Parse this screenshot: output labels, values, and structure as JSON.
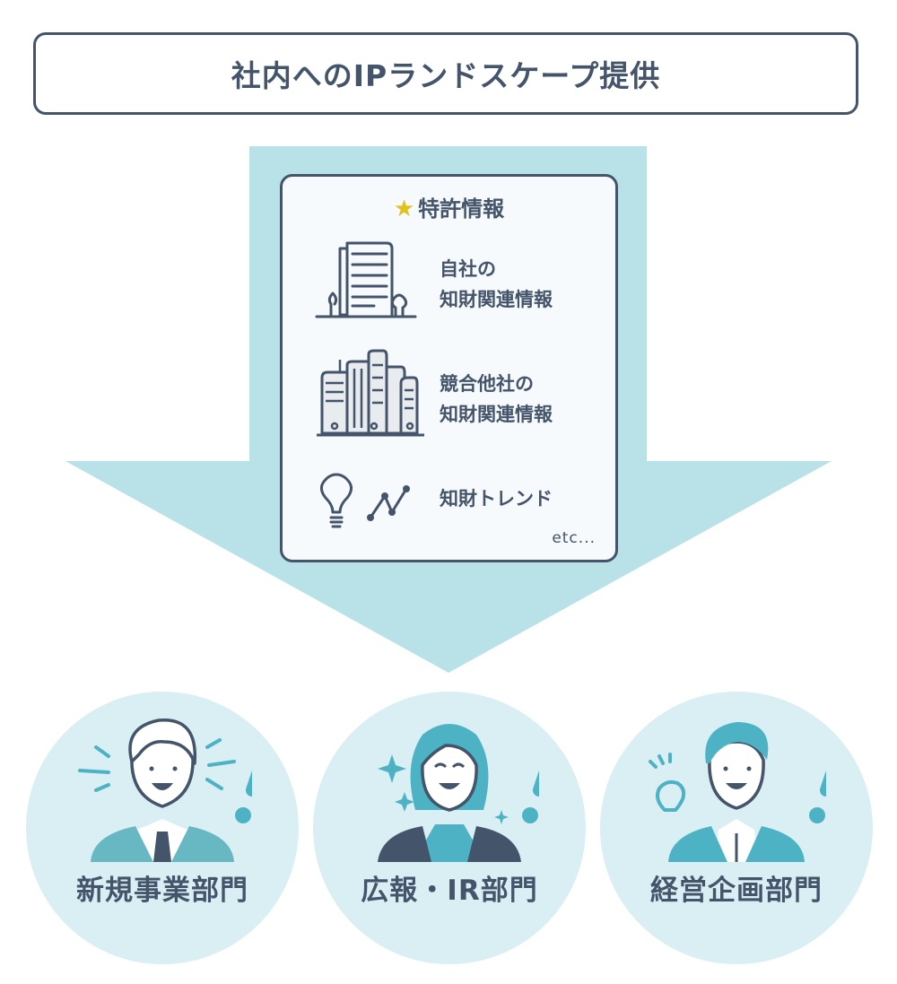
{
  "title": "社内へのIPランドスケープ提供",
  "colors": {
    "navy": "#44546a",
    "arrow": "#b8e1e8",
    "circle": "#daeff3",
    "teal": "#4db3c4",
    "star": "#e2c11c",
    "card_bg": "#f6fafc"
  },
  "card": {
    "heading_icon": "star-icon",
    "heading": "特許情報",
    "items": [
      {
        "icon": "office-building-icon",
        "line1": "自社の",
        "line2": "知財関連情報"
      },
      {
        "icon": "city-buildings-icon",
        "line1": "競合他社の",
        "line2": "知財関連情報"
      },
      {
        "icon": "lightbulb-trend-icon",
        "line1": "知財トレンド",
        "line2": ""
      }
    ],
    "etc": "etc..."
  },
  "departments": [
    {
      "label": "新規事業部門",
      "icon": "businessman-surprised-icon"
    },
    {
      "label": "広報・IR部門",
      "icon": "businesswoman-smiling-icon"
    },
    {
      "label": "経営企画部門",
      "icon": "businessman-idea-icon"
    }
  ]
}
